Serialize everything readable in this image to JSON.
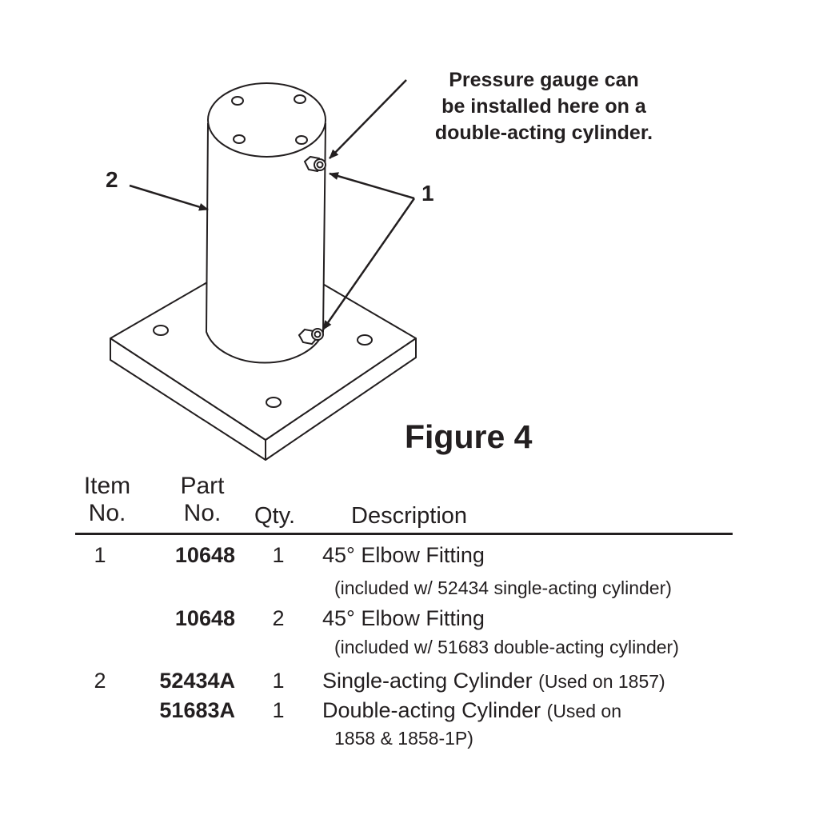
{
  "figure": {
    "title": "Figure 4",
    "gauge_note": "Pressure gauge can\nbe installed here on a\ndouble-acting cylinder.",
    "callout_1": "1",
    "callout_2": "2"
  },
  "table": {
    "headers": {
      "item": "Item\nNo.",
      "part": "Part\nNo.",
      "qty": "Qty.",
      "description": "Description"
    },
    "rows": [
      {
        "item": "1",
        "part": "10648",
        "qty": "1",
        "description": "45° Elbow Fitting",
        "note": "(included w/ 52434 single-acting cylinder)"
      },
      {
        "item": "",
        "part": "10648",
        "qty": "2",
        "description": "45° Elbow Fitting",
        "note": "(included w/ 51683 double-acting cylinder)"
      },
      {
        "item": "2",
        "part": "52434A",
        "qty": "1",
        "description": "Single-acting Cylinder",
        "description_paren": "(Used on 1857)"
      },
      {
        "item": "",
        "part": "51683A",
        "qty": "1",
        "description": "Double-acting Cylinder",
        "description_paren": "(Used on",
        "note": "1858 & 1858-1P)"
      }
    ]
  }
}
